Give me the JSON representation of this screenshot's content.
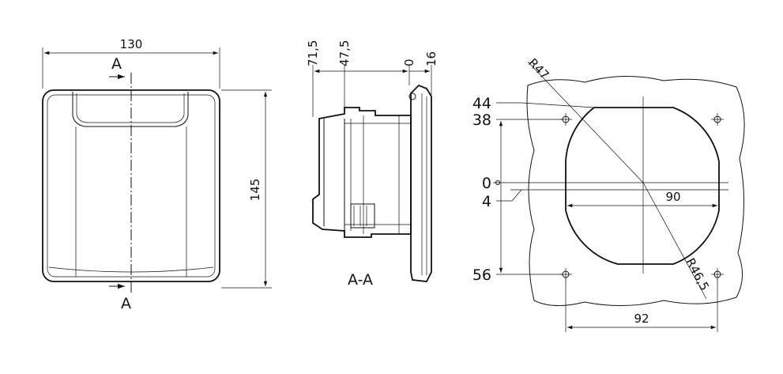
{
  "front_view": {
    "width_label": "130",
    "height_label": "145",
    "section_mark_top": "A",
    "section_mark_bottom": "A"
  },
  "section_view": {
    "title": "A-A",
    "depth_labels": [
      "71,5",
      "47,5",
      "0",
      "16"
    ]
  },
  "cutout_view": {
    "y_labels": [
      "44",
      "38",
      "0",
      "4",
      "56"
    ],
    "radius_outer": "R47",
    "radius_inner": "R46,5",
    "inner_width": "90",
    "hole_spacing": "92"
  }
}
